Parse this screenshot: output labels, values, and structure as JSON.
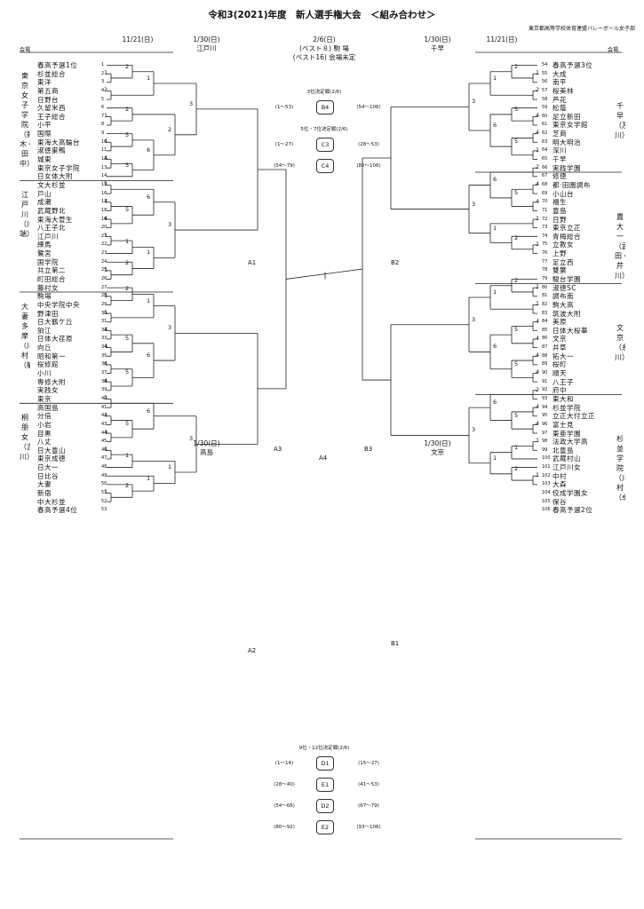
{
  "title": "令和3(2021)年度　新人選手権大会　＜組み合わせ＞",
  "organizer": "東京都高等学校体育連盟バレーボール女子部",
  "venue_label": "会場",
  "headers": {
    "left_round1": "11/21(日)",
    "left_round2": "1/30(日)",
    "left_venue1": "江戸川",
    "left_venue2": "高島",
    "center_date": "2/6(日)",
    "center_line1": "(ベスト８) 駒 場",
    "center_line2": "(ベスト16) 会場未定",
    "right_round2": "1/30(日)",
    "right_round1": "11/21(日)",
    "right_venue1": "千早",
    "right_venue2": "文京"
  },
  "left_sections": [
    {
      "name": "東京女子学院（鈴木・田中）"
    },
    {
      "name": "江戸川（川端）"
    },
    {
      "name": "大妻多摩（川村（敏））"
    },
    {
      "name": "桐朋女（吉川）"
    }
  ],
  "right_sections": [
    {
      "name": "千早（及川）"
    },
    {
      "name": "農大一（武田・芹川）"
    },
    {
      "name": "文京（糸川）"
    },
    {
      "name": "杉並学院（川村（卓））"
    }
  ],
  "left_teams": [
    {
      "n": "1",
      "name": "春高予選1位"
    },
    {
      "n": "2",
      "name": "杉並総合"
    },
    {
      "n": "3",
      "name": "東洋"
    },
    {
      "n": "4",
      "name": "第五商"
    },
    {
      "n": "5",
      "name": "日野台"
    },
    {
      "n": "6",
      "name": "久留米西"
    },
    {
      "n": "7",
      "name": "王子総合"
    },
    {
      "n": "8",
      "name": "小平"
    },
    {
      "n": "9",
      "name": "国際"
    },
    {
      "n": "10",
      "name": "東海大高輪台"
    },
    {
      "n": "11",
      "name": "淑徳巣鴨"
    },
    {
      "n": "12",
      "name": "城東"
    },
    {
      "n": "13",
      "name": "東京女子学院"
    },
    {
      "n": "14",
      "name": "日女体大附"
    },
    {
      "n": "15",
      "name": "文大杉並"
    },
    {
      "n": "16",
      "name": "戸山"
    },
    {
      "n": "17",
      "name": "成瀬"
    },
    {
      "n": "18",
      "name": "武蔵野北"
    },
    {
      "n": "19",
      "name": "東海大菅生"
    },
    {
      "n": "20",
      "name": "八王子北"
    },
    {
      "n": "21",
      "name": "江戸川"
    },
    {
      "n": "22",
      "name": "練馬"
    },
    {
      "n": "23",
      "name": "鷺宮"
    },
    {
      "n": "24",
      "name": "国学院"
    },
    {
      "n": "25",
      "name": "共立第二"
    },
    {
      "n": "26",
      "name": "町田総合"
    },
    {
      "n": "27",
      "name": "藤村女"
    },
    {
      "n": "28",
      "name": "駒場"
    },
    {
      "n": "29",
      "name": "中央学院中央"
    },
    {
      "n": "30",
      "name": "野津田"
    },
    {
      "n": "31",
      "name": "日大鶴ケ丘"
    },
    {
      "n": "32",
      "name": "狛江"
    },
    {
      "n": "33",
      "name": "日体大荏原"
    },
    {
      "n": "34",
      "name": "向丘"
    },
    {
      "n": "35",
      "name": "昭和第一"
    },
    {
      "n": "36",
      "name": "桜修館"
    },
    {
      "n": "37",
      "name": "小川"
    },
    {
      "n": "38",
      "name": "専修大附"
    },
    {
      "n": "39",
      "name": "実践女"
    },
    {
      "n": "40",
      "name": "東京"
    },
    {
      "n": "41",
      "name": "高国島"
    },
    {
      "n": "42",
      "name": "分倍"
    },
    {
      "n": "43",
      "name": "小岩"
    },
    {
      "n": "44",
      "name": "目黒"
    },
    {
      "n": "45",
      "name": "八丈"
    },
    {
      "n": "46",
      "name": "日大豊山"
    },
    {
      "n": "47",
      "name": "東京成徳"
    },
    {
      "n": "48",
      "name": "日大一"
    },
    {
      "n": "49",
      "name": "日比谷"
    },
    {
      "n": "50",
      "name": "大妻"
    },
    {
      "n": "51",
      "name": "新宿"
    },
    {
      "n": "52",
      "name": "中大杉並"
    },
    {
      "n": "53",
      "name": "春高予選4位"
    }
  ],
  "right_teams": [
    {
      "n": "54",
      "name": "春高予選3位"
    },
    {
      "n": "55",
      "name": "大成"
    },
    {
      "n": "56",
      "name": "南平"
    },
    {
      "n": "57",
      "name": "桜美林"
    },
    {
      "n": "58",
      "name": "芦花"
    },
    {
      "n": "59",
      "name": "松蔭"
    },
    {
      "n": "60",
      "name": "足立新田"
    },
    {
      "n": "61",
      "name": "東京女学館"
    },
    {
      "n": "62",
      "name": "芝商"
    },
    {
      "n": "63",
      "name": "明大明治"
    },
    {
      "n": "64",
      "name": "深川"
    },
    {
      "n": "65",
      "name": "千早"
    },
    {
      "n": "66",
      "name": "実践学園"
    },
    {
      "n": "67",
      "name": "修徳"
    },
    {
      "n": "68",
      "name": "都·田園調布"
    },
    {
      "n": "69",
      "name": "小山台"
    },
    {
      "n": "70",
      "name": "福生"
    },
    {
      "n": "71",
      "name": "豊島"
    },
    {
      "n": "72",
      "name": "日野"
    },
    {
      "n": "73",
      "name": "東京立正"
    },
    {
      "n": "74",
      "name": "青梅総合"
    },
    {
      "n": "75",
      "name": "立教女"
    },
    {
      "n": "76",
      "name": "上野"
    },
    {
      "n": "77",
      "name": "足立西"
    },
    {
      "n": "78",
      "name": "雙葉"
    },
    {
      "n": "79",
      "name": "駿台学園"
    },
    {
      "n": "80",
      "name": "淑徳SC"
    },
    {
      "n": "81",
      "name": "調布南"
    },
    {
      "n": "82",
      "name": "駒大高"
    },
    {
      "n": "83",
      "name": "筑波大附"
    },
    {
      "n": "84",
      "name": "美原"
    },
    {
      "n": "85",
      "name": "日体大桜華"
    },
    {
      "n": "86",
      "name": "文京"
    },
    {
      "n": "87",
      "name": "井草"
    },
    {
      "n": "88",
      "name": "拓大一"
    },
    {
      "n": "89",
      "name": "桜町"
    },
    {
      "n": "90",
      "name": "順天"
    },
    {
      "n": "91",
      "name": "八王子"
    },
    {
      "n": "92",
      "name": "府中"
    },
    {
      "n": "93",
      "name": "東大和"
    },
    {
      "n": "94",
      "name": "杉並学院"
    },
    {
      "n": "95",
      "name": "立正大付立正"
    },
    {
      "n": "96",
      "name": "富士見"
    },
    {
      "n": "97",
      "name": "東亜学園"
    },
    {
      "n": "98",
      "name": "法政大学高"
    },
    {
      "n": "99",
      "name": "北豊島"
    },
    {
      "n": "100",
      "name": "武蔵村山"
    },
    {
      "n": "101",
      "name": "江戸川女"
    },
    {
      "n": "102",
      "name": "中村"
    },
    {
      "n": "103",
      "name": "大森"
    },
    {
      "n": "104",
      "name": "佼成学園女"
    },
    {
      "n": "105",
      "name": "保谷"
    },
    {
      "n": "106",
      "name": "春高予選2位"
    }
  ],
  "block_labels": {
    "A1": "A1",
    "A2": "A2",
    "A3": "A3",
    "A4": "A4",
    "B1": "B1",
    "B2": "B2",
    "B3": "B3"
  },
  "playoffs": {
    "third": {
      "title": "3位決定戦(2/6)",
      "rows": [
        {
          "left": "(1〜53)",
          "box": "B4",
          "right": "(54〜106)"
        }
      ]
    },
    "fifth": {
      "title": "5位・7位決定戦(2/6)",
      "rows": [
        {
          "left": "(1〜27)",
          "box": "C3",
          "right": "(28〜53)"
        },
        {
          "left": "(54〜79)",
          "box": "C4",
          "right": "(80〜106)"
        }
      ]
    },
    "ninth": {
      "title": "9位・12位決定戦(2/6)",
      "rows": [
        {
          "left": "(1〜14)",
          "box": "D1",
          "right": "(15〜27)"
        },
        {
          "left": "(28〜40)",
          "box": "E1",
          "right": "(41〜53)"
        },
        {
          "left": "(54〜66)",
          "box": "D2",
          "right": "(67〜79)"
        },
        {
          "left": "(80〜92)",
          "box": "E2",
          "right": "(93〜106)"
        }
      ]
    }
  }
}
